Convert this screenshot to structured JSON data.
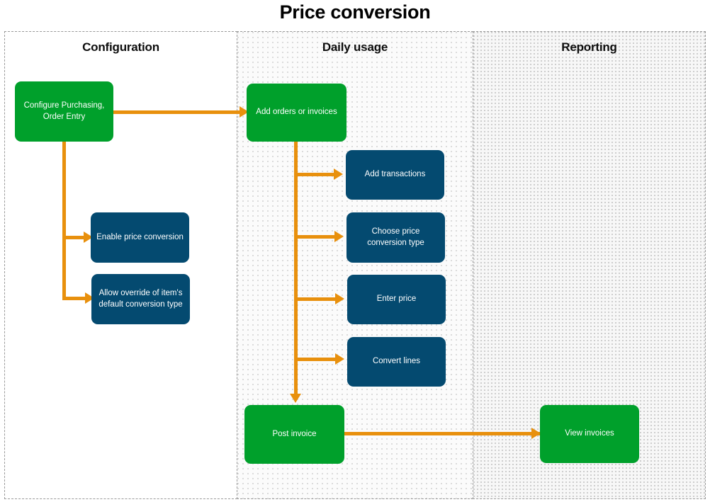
{
  "title": "Price conversion",
  "lanes": [
    {
      "id": "configuration",
      "label": "Configuration"
    },
    {
      "id": "daily-usage",
      "label": "Daily usage"
    },
    {
      "id": "reporting",
      "label": "Reporting"
    }
  ],
  "colors": {
    "green": "#00A02B",
    "blue": "#044A70",
    "arrow": "#E8900D",
    "lane_border": "#9A9A9A",
    "text_on_node": "#FFFFFF",
    "title": "#000000"
  },
  "nodes": {
    "configure_purchasing": "Configure Purchasing, Order Entry",
    "enable_price_conversion": "Enable price conversion",
    "allow_override": "Allow override of item's default conversion type",
    "add_orders": "Add orders or invoices",
    "add_transactions": "Add transactions",
    "choose_conversion_type": "Choose price conversion type",
    "enter_price": "Enter price",
    "convert_lines": "Convert lines",
    "post_invoice": "Post invoice",
    "view_invoices": "View invoices"
  },
  "chart_data": {
    "type": "diagram",
    "diagram_kind": "swimlane-flowchart",
    "title": "Price conversion",
    "lanes": [
      "Configuration",
      "Daily usage",
      "Reporting"
    ],
    "nodes": [
      {
        "id": "configure_purchasing",
        "label": "Configure Purchasing, Order Entry",
        "lane": "Configuration",
        "style": "green"
      },
      {
        "id": "enable_price_conversion",
        "label": "Enable price conversion",
        "lane": "Configuration",
        "style": "blue"
      },
      {
        "id": "allow_override",
        "label": "Allow override of item's default conversion type",
        "lane": "Configuration",
        "style": "blue"
      },
      {
        "id": "add_orders",
        "label": "Add orders or invoices",
        "lane": "Daily usage",
        "style": "green"
      },
      {
        "id": "add_transactions",
        "label": "Add transactions",
        "lane": "Daily usage",
        "style": "blue"
      },
      {
        "id": "choose_conversion_type",
        "label": "Choose price conversion type",
        "lane": "Daily usage",
        "style": "blue"
      },
      {
        "id": "enter_price",
        "label": "Enter price",
        "lane": "Daily usage",
        "style": "blue"
      },
      {
        "id": "convert_lines",
        "label": "Convert lines",
        "lane": "Daily usage",
        "style": "blue"
      },
      {
        "id": "post_invoice",
        "label": "Post invoice",
        "lane": "Daily usage",
        "style": "green"
      },
      {
        "id": "view_invoices",
        "label": "View invoices",
        "lane": "Reporting",
        "style": "green"
      }
    ],
    "edges": [
      {
        "from": "configure_purchasing",
        "to": "add_orders"
      },
      {
        "from": "configure_purchasing",
        "to": "enable_price_conversion"
      },
      {
        "from": "configure_purchasing",
        "to": "allow_override"
      },
      {
        "from": "add_orders",
        "to": "add_transactions"
      },
      {
        "from": "add_orders",
        "to": "choose_conversion_type"
      },
      {
        "from": "add_orders",
        "to": "enter_price"
      },
      {
        "from": "add_orders",
        "to": "convert_lines"
      },
      {
        "from": "add_orders",
        "to": "post_invoice"
      },
      {
        "from": "post_invoice",
        "to": "view_invoices"
      }
    ]
  }
}
